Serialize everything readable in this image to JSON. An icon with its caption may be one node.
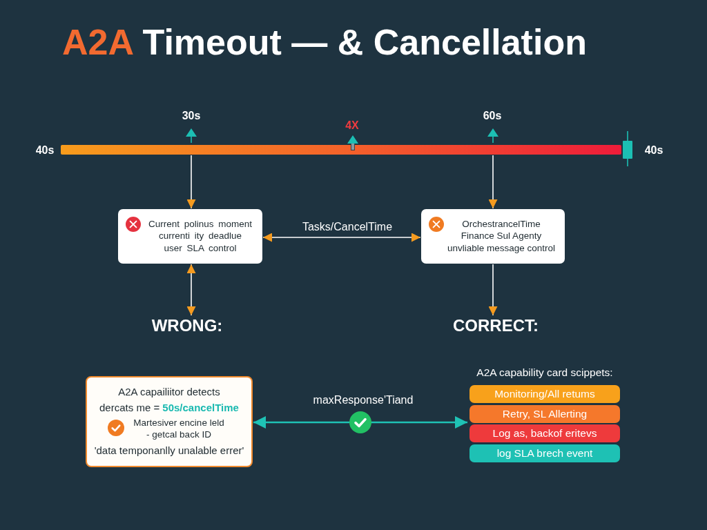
{
  "diagram": {
    "title": "A2A Timeout — & Cancellation",
    "nodes": [
      {
        "text": [],
        "shape": "bar",
        "beside": [
          "40s",
          "40s"
        ]
      },
      {
        "text": [
          "Current polinus moment currenti ity deadlue user SLA control"
        ]
      },
      {
        "text": [
          "OrchestrancelTime Finance Sul Agenty unvliable message control"
        ]
      },
      {
        "text": [
          "WRONG:"
        ]
      },
      {
        "text": [
          "CORRECT:"
        ]
      },
      {
        "text": [
          "A2A capailiitor detects",
          "dercats me = **50s/cancelTime**",
          "Martesiver encine leld - getcal back ID",
          "'data temponanlly unalable errer'"
        ]
      },
      {
        "text": [
          "A2A capability card scippets:"
        ]
      },
      {
        "text": [
          "Monitoring/All retums"
        ],
        "in": 6
      },
      {
        "text": [
          "Retry, SL Allerting"
        ],
        "in": 6
      },
      {
        "text": [
          "Log as, backof eritevs"
        ],
        "in": 6
      },
      {
        "text": [
          "log SLA brech event"
        ],
        "in": 6
      }
    ],
    "edges": [
      {
        "from": 0,
        "to": 1,
        "arrow": "to"
      },
      {
        "from": 0,
        "to": 2,
        "arrow": "to"
      },
      {
        "from": 1,
        "to": 2,
        "arrow": "both",
        "label": "Tasks/CancelTime"
      },
      {
        "from": 1,
        "to": 3,
        "arrow": "both"
      },
      {
        "from": 2,
        "to": 4,
        "arrow": "to"
      },
      {
        "from": 5,
        "to": 6,
        "arrow": "both",
        "label": "maxResponse'Tiand",
        "color": "#1fc2b5"
      }
    ],
    "labels": [
      "30s",
      "4X",
      "60s"
    ]
  }
}
